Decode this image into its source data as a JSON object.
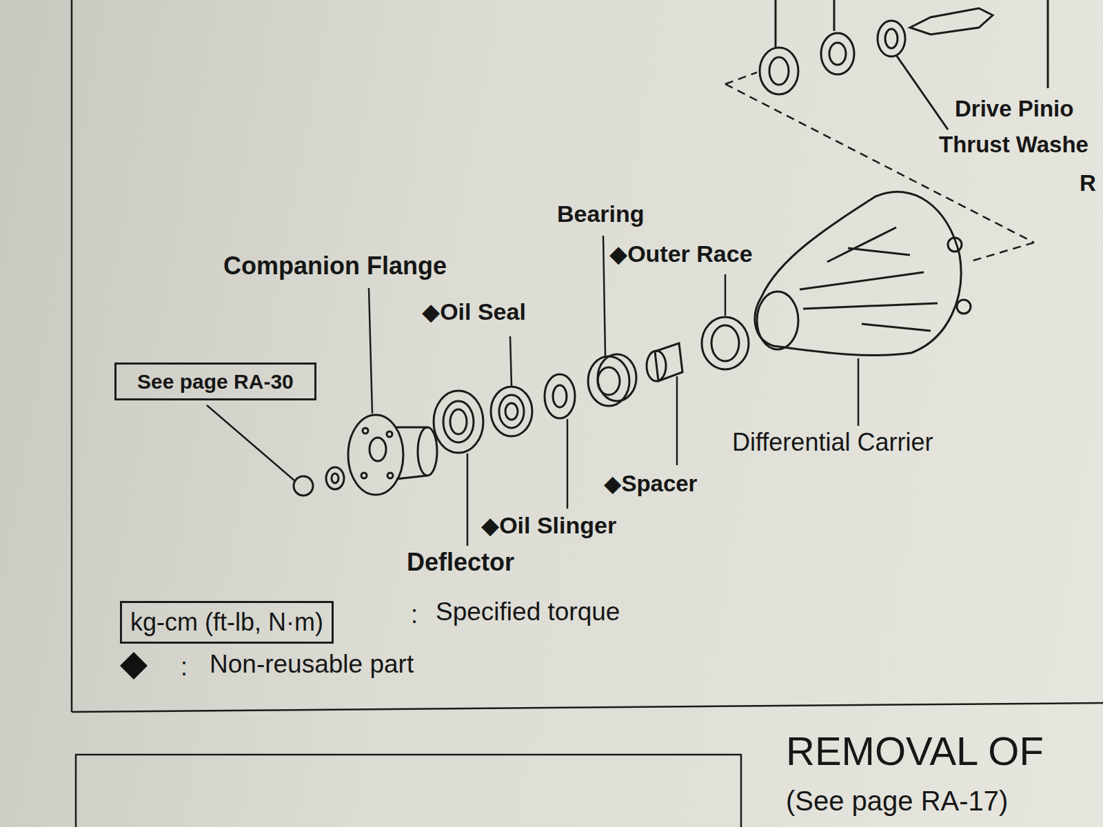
{
  "diagram": {
    "nodes": [
      {
        "text": [
          "See page RA-30"
        ]
      },
      {
        "text": [
          "kg-cm (ft-lb, N·m)"
        ]
      }
    ],
    "labels": [
      "Drive Pinio",
      "Thrust Washe",
      "R",
      "Bearing",
      "Companion Flange",
      "◆Outer Race",
      "◆Oil Seal",
      "Differential Carrier",
      "◆Spacer",
      "◆Oil Slinger",
      "Deflector",
      ":",
      ":",
      "REMOVAL OF",
      "(See page RA-17)"
    ],
    "legend": [
      {
        "text": "Specified torque"
      },
      {
        "text": "Non-reusable part"
      }
    ]
  }
}
